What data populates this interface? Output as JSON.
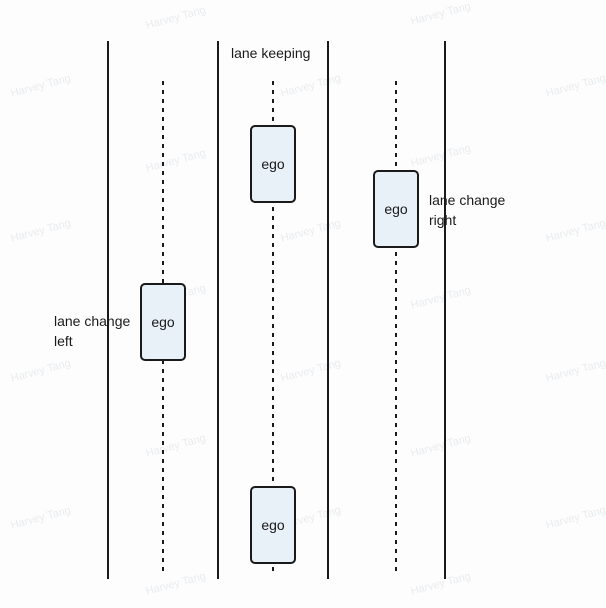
{
  "watermark": {
    "text": "Harvey Tang"
  },
  "cars": {
    "keep_top": "ego",
    "keep_bottom": "ego",
    "change_left": "ego",
    "change_right": "ego"
  },
  "captions": {
    "lane_keeping": "lane keeping",
    "lane_change_left_line1": "lane change",
    "lane_change_left_line2": "left",
    "lane_change_right_line1": "lane change",
    "lane_change_right_line2": "right"
  },
  "colors": {
    "line": "#1a1a1a",
    "car_fill": "#e8f0f8",
    "watermark": "#e9ecef"
  }
}
